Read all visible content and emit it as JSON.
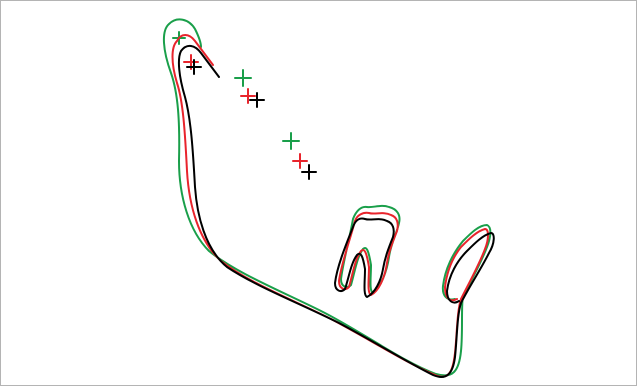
{
  "viewer": {
    "background": "#ffffff",
    "frame_color": "#b4b4b4"
  },
  "traces": [
    {
      "id": "green",
      "color": "#1a9f4a",
      "landmarks": 3
    },
    {
      "id": "red",
      "color": "#e8242c",
      "landmarks": 3
    },
    {
      "id": "black",
      "color": "#000000",
      "landmarks": 3
    }
  ]
}
